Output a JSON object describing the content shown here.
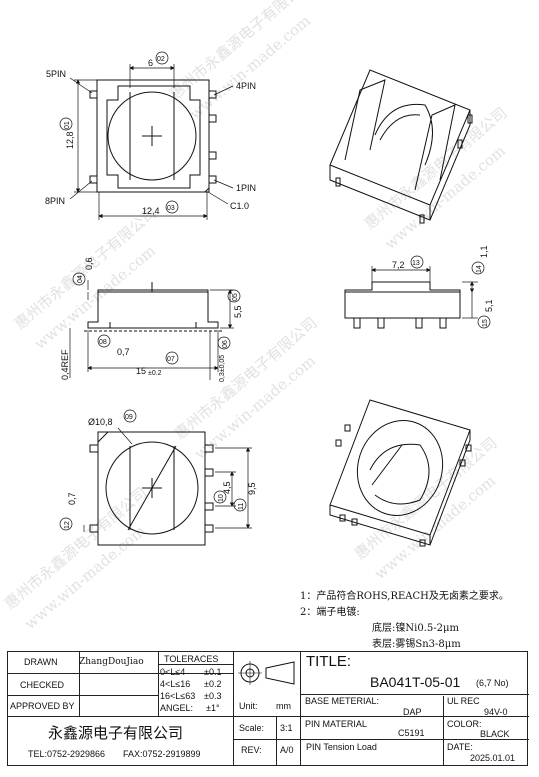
{
  "dims": {
    "top_width": "6",
    "top_callout": "02",
    "height_callout": "01",
    "height": "12,8",
    "base_width": "12,4",
    "base_callout": "03",
    "chamfer": "C1.0",
    "pin5": "5PIN",
    "pin4": "4PIN",
    "pin8": "8PIN",
    "pin1": "1PIN",
    "side_thk": "0,6",
    "side_thk_callout": "04",
    "side_height_callout": "05",
    "side_height": "5,5",
    "pad_callout": "08",
    "pad_w": "0,7",
    "ref": "0,4REF",
    "length": "15",
    "length_tol": "±0.2",
    "length_callout": "07",
    "bottom_gap_callout": "06",
    "bottom_gap": "0,3±0,05",
    "slot_w": "7,2",
    "slot_callout": "13",
    "right_top_callout": "14",
    "right_top": "1,1",
    "right_h_callout": "15",
    "right_h": "5,1",
    "dia": "Ø10,8",
    "dia_callout": "09",
    "pin_pitch": "4,5",
    "pin_pitch_callout": "10",
    "pin_span": "9,5",
    "pin_span_callout": "11",
    "pin_w": "0,7",
    "pin_w_callout": "12"
  },
  "watermark": {
    "company": "惠州市永鑫源电子有限公司",
    "site": "www.win-made.com"
  },
  "notes": [
    "1：产品符合ROHS,REACH及无卤素之要求。",
    "2：端子电镀:",
    "底层:镍Ni0.5-2μm",
    "表层:雾锡Sn3-8μm"
  ],
  "titleblock": {
    "drawn_label": "DRAWN",
    "drawn_value": "ZhangDouJiao",
    "checked_label": "CHECKED",
    "approved_label": "APPROVED BY",
    "tolerances_label": "TOLERACES",
    "tol_rows": [
      {
        "range": "0<L≤4",
        "tol": "±0.1"
      },
      {
        "range": "4<L≤16",
        "tol": "±0.2"
      },
      {
        "range": "16<L≤63",
        "tol": "±0.3"
      },
      {
        "range": "ANGEL:",
        "tol": "±1°"
      }
    ],
    "company": "永鑫源电子有限公司",
    "tel": "TEL:0752-2929866",
    "fax": "FAX:0752-2919899",
    "unit_label": "Unit:",
    "unit_value": "mm",
    "scale_label": "Scale:",
    "scale_value": "3:1",
    "rev_label": "REV:",
    "rev_value": "A/0",
    "title_label": "TITLE:",
    "part_no": "BA041T-05-01",
    "part_sub": "(6,7 No)",
    "base_label": "BASE METERIAL:",
    "base_value": "DAP",
    "ul_label": "UL REC",
    "ul_value": "94V-0",
    "pin_mat_label": "PIN MATERIAL",
    "pin_mat_value": "C5191",
    "color_label": "COLOR:",
    "color_value": "BLACK",
    "pin_load_label": "PIN Tension Load",
    "date_label": "DATE:",
    "date_value": "2025.01.01"
  }
}
